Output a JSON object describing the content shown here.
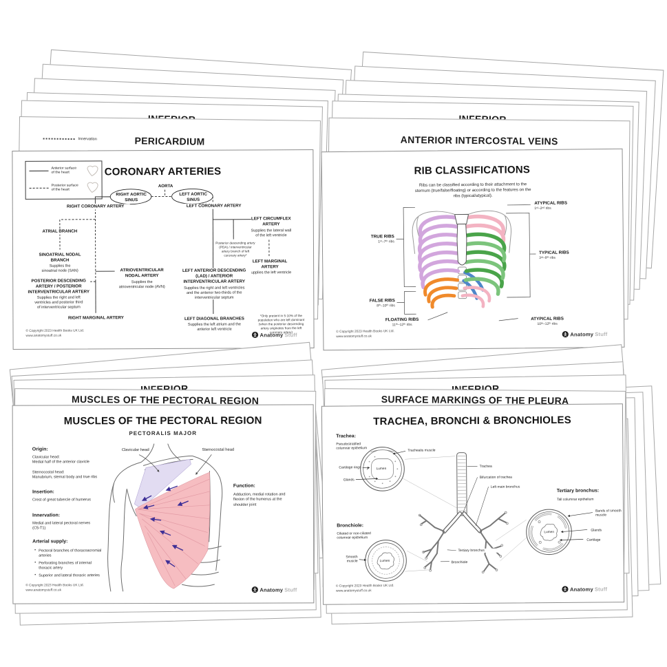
{
  "footer": {
    "copyright": "© Copyright 2023 Health Books UK Ltd.",
    "website": "www.anatomystuff.co.uk",
    "logo_bold": "Anatomy",
    "logo_light": "Stuff"
  },
  "stacks": {
    "tl": {
      "inferior": "INFERIOR",
      "titled": "PERICARDIUM",
      "legend": "Innervation"
    },
    "tr": {
      "inferior": "INFERIOR",
      "titled": "ANTERIOR INTERCOSTAL VEINS"
    },
    "bl": {
      "inferior": "INFERIOR",
      "titled": "MUSCLES OF THE PECTORAL REGION"
    },
    "br": {
      "inferior": "INFERIOR",
      "titled": "SURFACE MARKINGS OF THE PLEURA"
    }
  },
  "coronary": {
    "title": "CORONARY ARTERIES",
    "legend_anterior": "Anterior surface\nof the heart",
    "legend_posterior": "Posterior surface\nof the heart",
    "aorta": "AORTA",
    "right_aortic_sinus": "RIGHT AORTIC\nSINUS",
    "left_aortic_sinus": "LEFT AORTIC\nSINUS",
    "rca": "RIGHT CORONARY ARTERY",
    "atrial_branch": "ATRIAL BRANCH",
    "san": "SINOATRIAL NODAL\nBRANCH",
    "san_desc": "Supplies the\nsinoatrial node (SAN)",
    "avn": "ATRIOVENTRICULAR\nNODAL ARTERY",
    "avn_desc": "Supplies the\natrioventricular node (AVN)",
    "pda": "POSTERIOR DESCENDING\nARTERY / POSTERIOR\nINTERVENTRICULAR ARTERY",
    "pda_desc": "Supplies the right and left\nventricles and posterior third\nof interventricular septum",
    "rma": "RIGHT MARGINAL ARTERY",
    "lca": "LEFT CORONARY ARTERY",
    "lcx": "LEFT CIRCUMFLEX\nARTERY",
    "lcx_desc": "Supplies the lateral wall\nof the left ventricle",
    "lma": "LEFT MARGINAL\nARTERY",
    "lma_desc": "Supplies the left ventricle",
    "pda_branch_note": "Posterior descending artery (PDA) / interventricular artery branch of left coronary artery*",
    "lad": "LEFT ANTERIOR DESCENDING\n(LAD) / ANTERIOR\nINTERVENTRICULAR ARTERY",
    "lad_desc": "Supplies the right and left ventricles\nand the anterior two-thirds of the\ninterventricular septum",
    "ldb": "LEFT DIAGONAL BRANCHES",
    "ldb_desc": "Supplies the left atrium and the\nanterior left ventricle",
    "footnote": "*Only present in 5-10% of the population who are left dominant (when the posterior descending artery originates from the left coronary artery)"
  },
  "ribs": {
    "title": "RIB CLASSIFICATIONS",
    "intro": "Ribs can be classified according to their attachment to the sternum (true/false/floating) or according to the features on the ribs (typical/atypical).",
    "true_label": "TRUE RIBS",
    "true_range": "1ˢᵗ–7ᵗʰ ribs",
    "false_label": "FALSE RIBS",
    "false_range": "8ᵗʰ–10ᵗʰ ribs",
    "floating_label": "FLOATING RIBS",
    "floating_range": "11ᵗʰ–12ᵗʰ ribs",
    "atypical_top_label": "ATYPICAL RIBS",
    "atypical_top_range": "1ˢᵗ–2ⁿᵈ ribs",
    "typical_label": "TYPICAL RIBS",
    "typical_range": "3ʳᵈ–9ᵗʰ ribs",
    "atypical_bottom_label": "ATYPICAL RIBS",
    "atypical_bottom_range": "10ᵗʰ–12ᵗʰ ribs"
  },
  "pectoral": {
    "title": "MUSCLES OF THE PECTORAL REGION",
    "subtitle": "PECTORALIS MAJOR",
    "origin_heading": "Origin:",
    "origin_clav": "Clavicular head:\nMedial half of the anterior clavicle",
    "origin_stern": "Sternocostal head:\nManubrium, sternal body and true ribs",
    "insertion_heading": "Insertion:",
    "insertion_desc": "Crest of great tubercle of humerus",
    "innervation_heading": "Innervation:",
    "innervation_desc": "Medial and lateral pectoral nerves\n(C5-T1)",
    "arterial_heading": "Arterial supply:",
    "arterial_items": [
      "Pectoral branches of\nthoracoacromial arteries",
      "Perforating branches of\ninternal thoracic artery",
      "Superior and lateral thoracic\narteries"
    ],
    "function_heading": "Function:",
    "function_desc": "Adduction, medial rotation and\nflexion of the humerus at the\nshoulder joint",
    "label_clavicular": "Clavicular head",
    "label_sternocostal": "Sternocostal head"
  },
  "trachea": {
    "title": "TRACHEA, BRONCHI & BRONCHIOLES",
    "trachea_heading": "Trachea:",
    "trachea_sub": "Pseudostratified\ncolumnar epithelium",
    "lbl_trachealis": "Trachealis muscle",
    "lbl_cartilage_rings": "Cartilage rings",
    "lbl_glands": "Glands",
    "lbl_lumen": "Lumen",
    "bronchiole_heading": "Bronchiole:",
    "bronchiole_sub": "Ciliated or non-ciliated\ncolumnar epithelium",
    "lbl_smooth": "Smooth\nmuscle",
    "tree_trachea": "Trachea",
    "tree_bifurcation": "Bifurcation of trachea",
    "tree_left_main": "Left main bronchus",
    "tree_tertiary": "Tertiary bronchus",
    "tree_bronchiole": "Bronchiole",
    "tertiary_heading": "Tertiary bronchus:",
    "tertiary_sub": "Tall columnar epithelium",
    "lbl_bands": "Bands of smooth\nmuscle",
    "lbl_t_glands": "Glands",
    "lbl_t_cartilage": "Cartilage"
  },
  "colors": {
    "true_ribs": "#d2a6dd",
    "false_ribs": "#f08a2b",
    "floating_ribs": "#4d86c9",
    "typical_ribs": "#4aa44a",
    "typical_ribs_light": "#7cc47c",
    "atypical_ribs": "#f3b3c2",
    "pec_sternocostal": "#f6bdc1",
    "pec_clavicular": "#e2dcf2",
    "pec_striation": "#e29aa4",
    "pec_arrow": "#3e2f96"
  }
}
